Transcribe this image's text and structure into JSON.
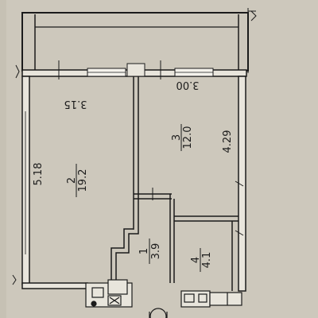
{
  "rooms": [
    {
      "number": "1",
      "area": "3.9"
    },
    {
      "number": "2",
      "area": "19.2"
    },
    {
      "number": "3",
      "area": "12.0"
    },
    {
      "number": "4",
      "area": "4.1"
    }
  ],
  "dimensions": {
    "left_wall_length": "5.18",
    "room2_width": "3.15",
    "room3_width": "3.00",
    "room3_length": "4.29"
  },
  "colors": {
    "paper": "#cbc6ba",
    "ink": "#1b1b1b",
    "wall_fill": "#e8e5dc"
  }
}
